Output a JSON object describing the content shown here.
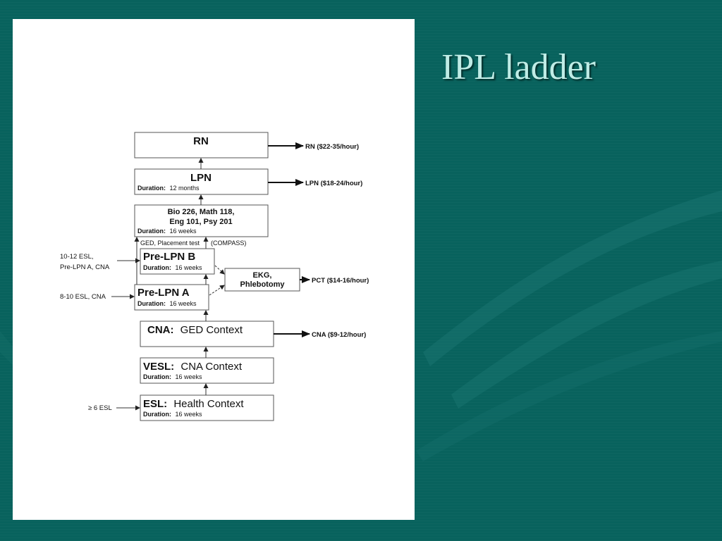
{
  "slide": {
    "title": "IPL ladder",
    "colors": {
      "background": "#08625d",
      "title": "#bfece6",
      "panel": "#ffffff"
    }
  },
  "diagram": {
    "boxes": {
      "rn": {
        "title": "RN"
      },
      "lpn": {
        "title": "LPN",
        "duration_label": "Duration:",
        "duration_value": "12 months"
      },
      "prereq": {
        "line1": "Bio 226, Math 118,",
        "line2": "Eng 101, Psy 201",
        "duration_label": "Duration:",
        "duration_value": "16 weeks"
      },
      "pre_lpn_b": {
        "title": "Pre-LPN B",
        "duration_label": "Duration:",
        "duration_value": "16 weeks"
      },
      "pre_lpn_a": {
        "title": "Pre-LPN A",
        "duration_label": "Duration:",
        "duration_value": "16 weeks"
      },
      "ekg": {
        "line1": "EKG,",
        "line2": "Phlebotomy"
      },
      "cna": {
        "title_bold": "CNA:",
        "title_rest": "GED Context"
      },
      "vesl": {
        "title_bold": "VESL:",
        "title_rest": "CNA Context",
        "duration_label": "Duration:",
        "duration_value": "16 weeks"
      },
      "esl": {
        "title_bold": "ESL:",
        "title_rest": "Health Context",
        "duration_label": "Duration:",
        "duration_value": "16 weeks"
      }
    },
    "outcomes": {
      "rn": "RN ($22-35/hour)",
      "lpn": "LPN ($18-24/hour)",
      "pct": "PCT ($14-16/hour)",
      "cna": "CNA ($9-12/hour)"
    },
    "gate_note": {
      "left": "GED, Placement test",
      "right": "(COMPASS)"
    },
    "entry_points": {
      "pre_lpn_b_line1": "10-12 ESL,",
      "pre_lpn_b_line2": "Pre-LPN A, CNA",
      "pre_lpn_a": "8-10 ESL, CNA",
      "esl": "≥ 6 ESL"
    }
  }
}
